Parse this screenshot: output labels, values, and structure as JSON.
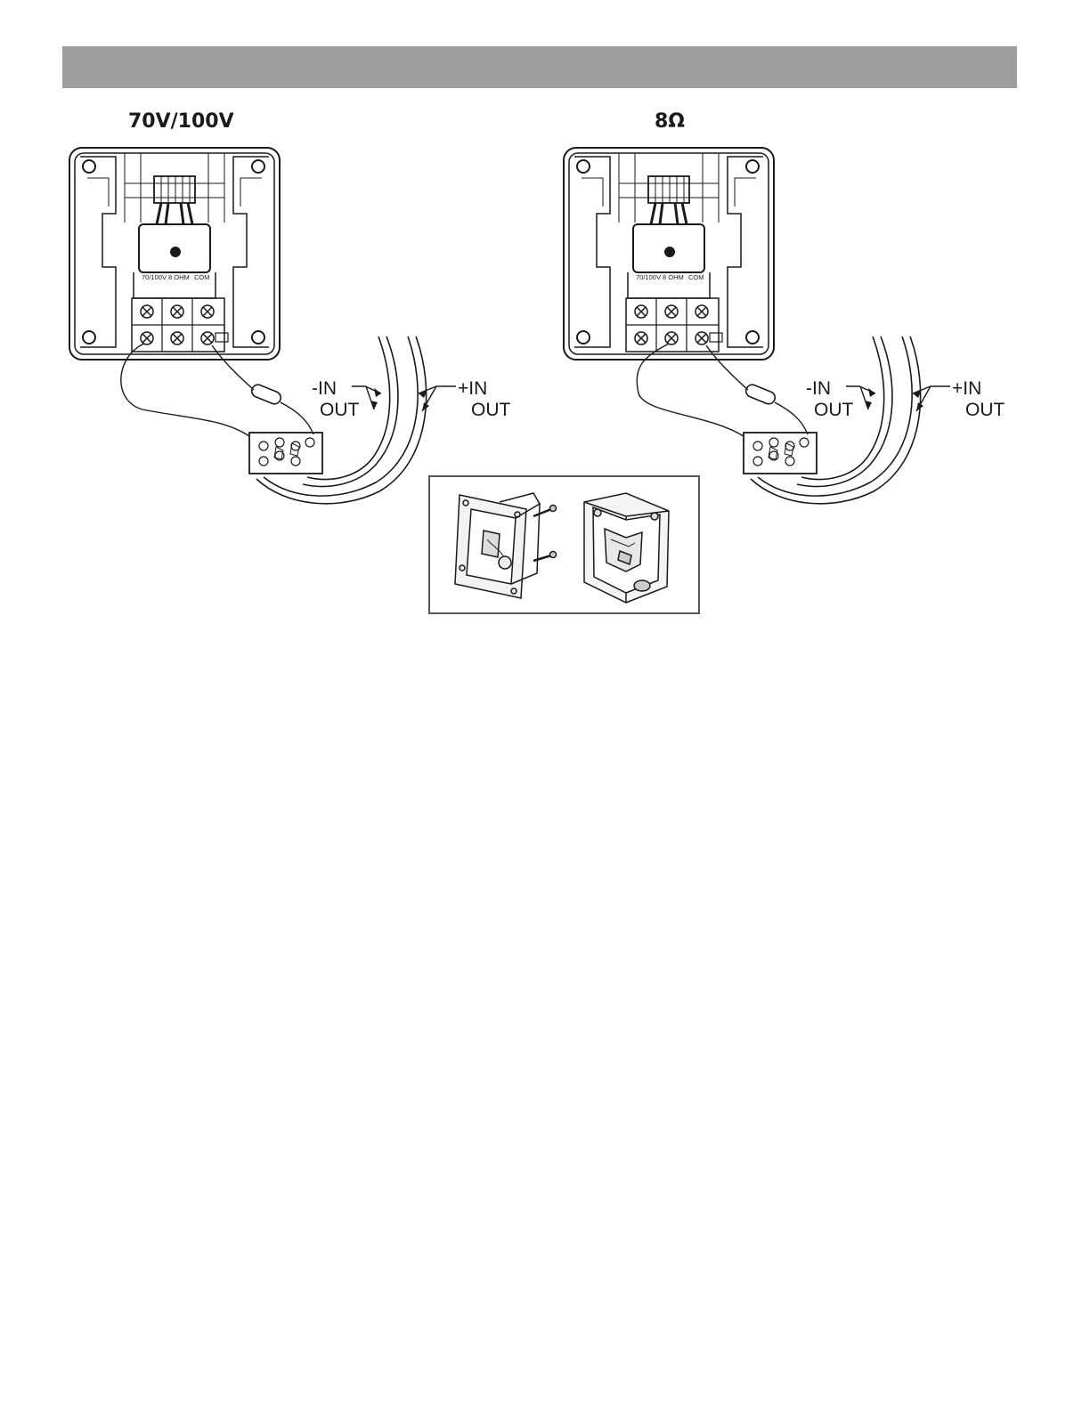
{
  "diagrams": [
    {
      "title": "70V/100V",
      "terminal_labels": [
        "70/100V",
        "8 OHM",
        "COM"
      ],
      "wire_labels": {
        "neg_in": "-IN",
        "neg_out": "OUT",
        "pos_in": "+IN",
        "pos_out": "OUT"
      }
    },
    {
      "title": "8Ω",
      "terminal_labels": [
        "70/100V",
        "8 OHM",
        "COM"
      ],
      "wire_labels": {
        "neg_in": "-IN",
        "neg_out": "OUT",
        "pos_in": "+IN",
        "pos_out": "OUT"
      }
    }
  ],
  "colors": {
    "header_bar": "#9d9d9d",
    "line": "#1a1a1a",
    "inset_border": "#555555"
  }
}
